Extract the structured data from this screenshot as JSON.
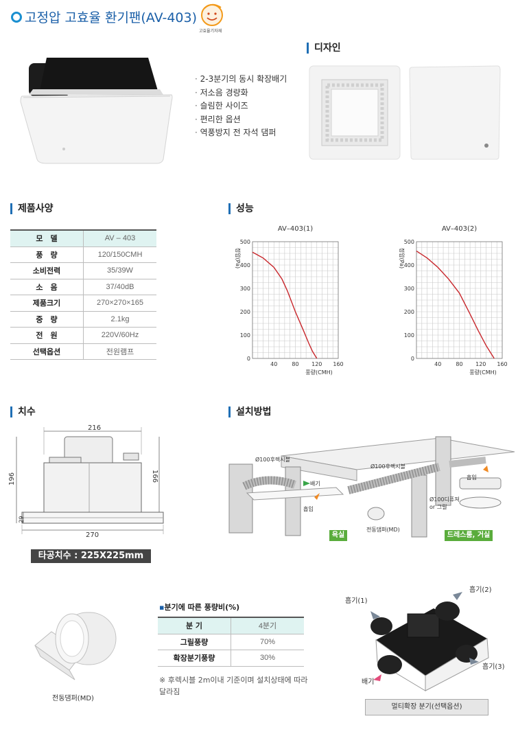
{
  "header": {
    "title": "고정압 고효율 환기팬(AV-403)",
    "logo_text": "고효율기자재"
  },
  "features": [
    "2-3분기의 동시 확장배기",
    "저소음 경량화",
    "슬림한 사이즈",
    "편리한 옵션",
    "역풍방지 전 자석 댐퍼"
  ],
  "design": {
    "title": "디자인"
  },
  "specs": {
    "title": "제품사양",
    "rows": [
      {
        "label": "모　델",
        "value": "AV – 403"
      },
      {
        "label": "풍　량",
        "value": "120/150CMH"
      },
      {
        "label": "소비전력",
        "value": "35/39W"
      },
      {
        "label": "소　음",
        "value": "37/40dB"
      },
      {
        "label": "제품크기",
        "value": "270×270×165"
      },
      {
        "label": "중　량",
        "value": "2.1kg"
      },
      {
        "label": "전　원",
        "value": "220V/60Hz"
      },
      {
        "label": "선택옵션",
        "value": "전원램프"
      }
    ]
  },
  "performance": {
    "title": "성능"
  },
  "chart_data": [
    {
      "type": "line",
      "title": "AV–403(1)",
      "xlabel": "풍량(CMH)",
      "ylabel": "정압(Pa)",
      "xlim": [
        0,
        160
      ],
      "ylim": [
        0,
        500
      ],
      "xticks": [
        40,
        80,
        120,
        160
      ],
      "yticks": [
        0,
        100,
        200,
        300,
        400,
        500
      ],
      "grid": true,
      "series": [
        {
          "x": [
            0,
            20,
            40,
            55,
            65,
            80,
            95,
            105,
            112,
            120
          ],
          "y": [
            455,
            430,
            390,
            340,
            290,
            200,
            120,
            65,
            30,
            0
          ],
          "color": "#c8262b"
        }
      ]
    },
    {
      "type": "line",
      "title": "AV–403(2)",
      "xlabel": "풍량(CMH)",
      "ylabel": "정압(Pa)",
      "xlim": [
        0,
        160
      ],
      "ylim": [
        0,
        500
      ],
      "xticks": [
        40,
        80,
        120,
        160
      ],
      "yticks": [
        0,
        100,
        200,
        300,
        400,
        500
      ],
      "grid": true,
      "series": [
        {
          "x": [
            0,
            20,
            40,
            60,
            80,
            100,
            115,
            130,
            145
          ],
          "y": [
            460,
            430,
            390,
            340,
            280,
            190,
            120,
            55,
            0
          ],
          "color": "#c8262b"
        }
      ]
    }
  ],
  "dimensions": {
    "title": "치수",
    "top_width": "216",
    "total_height": "196",
    "body_height": "166",
    "panel_height": "29",
    "panel_width": "270",
    "cutout_label": "타공치수 : 225X225mm"
  },
  "installation": {
    "title": "설치방법",
    "labels": {
      "flex_duct_left": "Ø100후렉시블",
      "flex_duct_right": "Ø100후렉시블",
      "exhaust": "배기",
      "intake_left": "흡입",
      "intake_right": "흡입",
      "diffuser": "Ø100디퓨져\nor 그릴",
      "damper": "전동댐퍼(MD)",
      "bathroom": "욕실",
      "dressroom": "드레스룸, 거실"
    }
  },
  "damper": {
    "caption": "전동댐퍼(MD)"
  },
  "ratio": {
    "title": "분기에 따른 풍량비(%)",
    "header": {
      "label": "분 기",
      "value": "4분기"
    },
    "rows": [
      {
        "label": "그릴풍량",
        "value": "70%"
      },
      {
        "label": "확장분기풍량",
        "value": "30%"
      }
    ],
    "note": "※ 후렉시블 2m이내 기준이며 설치상태에 따라 달라짐"
  },
  "multi": {
    "intake1": "흡기(1)",
    "intake2": "흡기(2)",
    "intake3": "흡기(3)",
    "exhaust": "배기",
    "caption": "멀티확장 분기(선택옵션)"
  }
}
